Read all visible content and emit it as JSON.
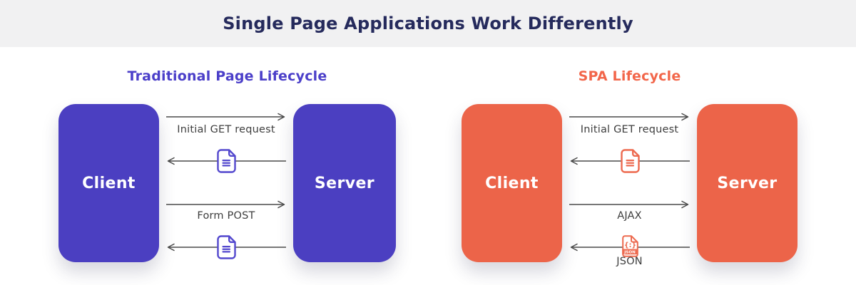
{
  "header": {
    "title": "Single Page Applications Work Differently",
    "bg_color": "#F1F1F2",
    "text_color": "#252A5C"
  },
  "diagrams": {
    "traditional": {
      "heading": "Traditional Page Lifecycle",
      "accent_color": "#4B3FC1",
      "heading_color": "#4B3FC9",
      "client_label": "Client",
      "server_label": "Server",
      "flows": [
        {
          "direction": "right",
          "label": "Initial GET request",
          "icon": ""
        },
        {
          "direction": "left",
          "label": "",
          "icon": "document-icon"
        },
        {
          "direction": "right",
          "label": "Form POST",
          "icon": ""
        },
        {
          "direction": "left",
          "label": "",
          "icon": "document-icon"
        }
      ]
    },
    "spa": {
      "heading": "SPA Lifecycle",
      "accent_color": "#EC6449",
      "heading_color": "#F2664A",
      "client_label": "Client",
      "server_label": "Server",
      "flows": [
        {
          "direction": "right",
          "label": "Initial GET request",
          "icon": ""
        },
        {
          "direction": "left",
          "label": "",
          "icon": "document-icon"
        },
        {
          "direction": "right",
          "label": "AJAX",
          "icon": ""
        },
        {
          "direction": "left",
          "label": "JSON",
          "icon": "json-file-icon"
        }
      ]
    }
  },
  "icons": {
    "document": "document-icon",
    "json_file": "json-file-icon",
    "json_braces_glyph": "{:}",
    "json_banner_text": "JSON",
    "arrow_right": "→",
    "arrow_left": "←"
  },
  "colors": {
    "purple": "#4B3FC1",
    "orange": "#EC6449",
    "title_navy": "#252A5C",
    "header_bg": "#F1F1F2",
    "arrow_gray": "#4A4A4A",
    "label_gray": "#3E3E3E"
  }
}
